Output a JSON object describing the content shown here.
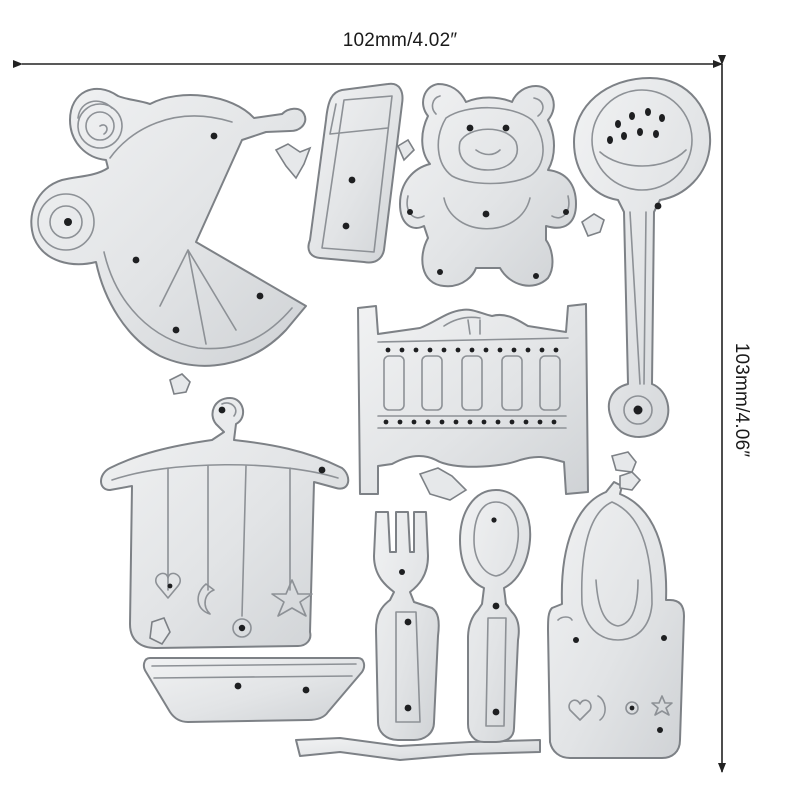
{
  "dimensions": {
    "width_label": "102mm/4.02″",
    "height_label": "103mm/4.06″"
  },
  "colors": {
    "background": "#ffffff",
    "metal": "#e3e5e7",
    "metal_edge": "#7d8186",
    "hole": "#1e1f21",
    "arrow": "#222222"
  },
  "pieces": [
    "baby-carriage-die",
    "carriage-canopy-die",
    "teddy-bear-die",
    "baby-rattle-die",
    "crib-die",
    "hanging-mobile-die",
    "bowl-die",
    "fork-die",
    "spoon-die",
    "bib-die"
  ]
}
